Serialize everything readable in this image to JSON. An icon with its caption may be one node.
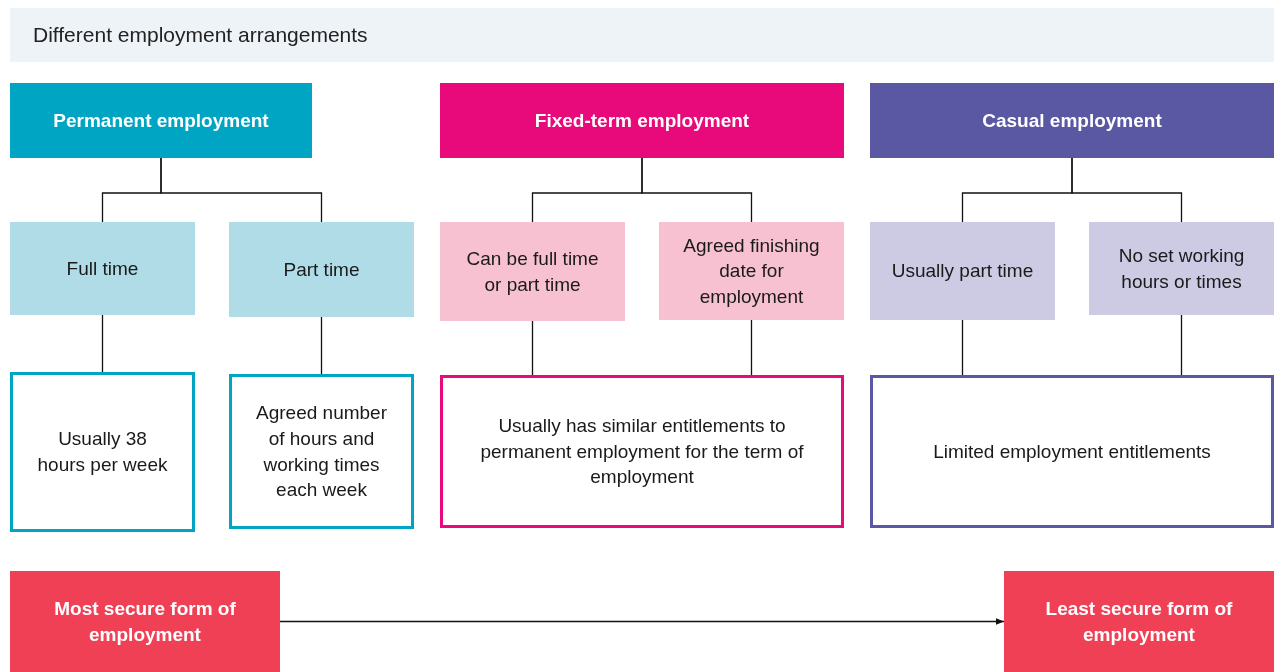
{
  "diagram": {
    "title": "Different employment arrangements",
    "nodes": [
      {
        "text": [
          "Permanent employment"
        ]
      },
      {
        "text": [
          "Fixed-term employment"
        ]
      },
      {
        "text": [
          "Casual employment"
        ]
      },
      {
        "text": [
          "Full time"
        ]
      },
      {
        "text": [
          "Part time"
        ]
      },
      {
        "text": [
          "Can be full time or part time"
        ]
      },
      {
        "text": [
          "Agreed finishing date for employment"
        ]
      },
      {
        "text": [
          "Usually part time"
        ]
      },
      {
        "text": [
          "No set working hours or times"
        ]
      },
      {
        "text": [
          "Usually 38 hours per week"
        ]
      },
      {
        "text": [
          "Agreed number of hours and working times each week"
        ]
      },
      {
        "text": [
          "Usually has similar entitlements to permanent employment for the term of employment"
        ]
      },
      {
        "text": [
          "Limited employment entitlements"
        ]
      },
      {
        "text": [
          "Most secure form of employment"
        ]
      },
      {
        "text": [
          "Least secure form of employment"
        ]
      }
    ],
    "edges": [
      {
        "from": 0,
        "to": 3,
        "arrow": "none"
      },
      {
        "from": 0,
        "to": 4,
        "arrow": "none"
      },
      {
        "from": 1,
        "to": 5,
        "arrow": "none"
      },
      {
        "from": 1,
        "to": 6,
        "arrow": "none"
      },
      {
        "from": 2,
        "to": 7,
        "arrow": "none"
      },
      {
        "from": 2,
        "to": 8,
        "arrow": "none"
      },
      {
        "from": 3,
        "to": 9,
        "arrow": "none"
      },
      {
        "from": 4,
        "to": 10,
        "arrow": "none"
      },
      {
        "from": 5,
        "to": 11,
        "arrow": "none"
      },
      {
        "from": 6,
        "to": 11,
        "arrow": "none"
      },
      {
        "from": 7,
        "to": 12,
        "arrow": "none"
      },
      {
        "from": 8,
        "to": 12,
        "arrow": "none"
      },
      {
        "from": 13,
        "to": 14,
        "arrow": "to"
      }
    ]
  }
}
